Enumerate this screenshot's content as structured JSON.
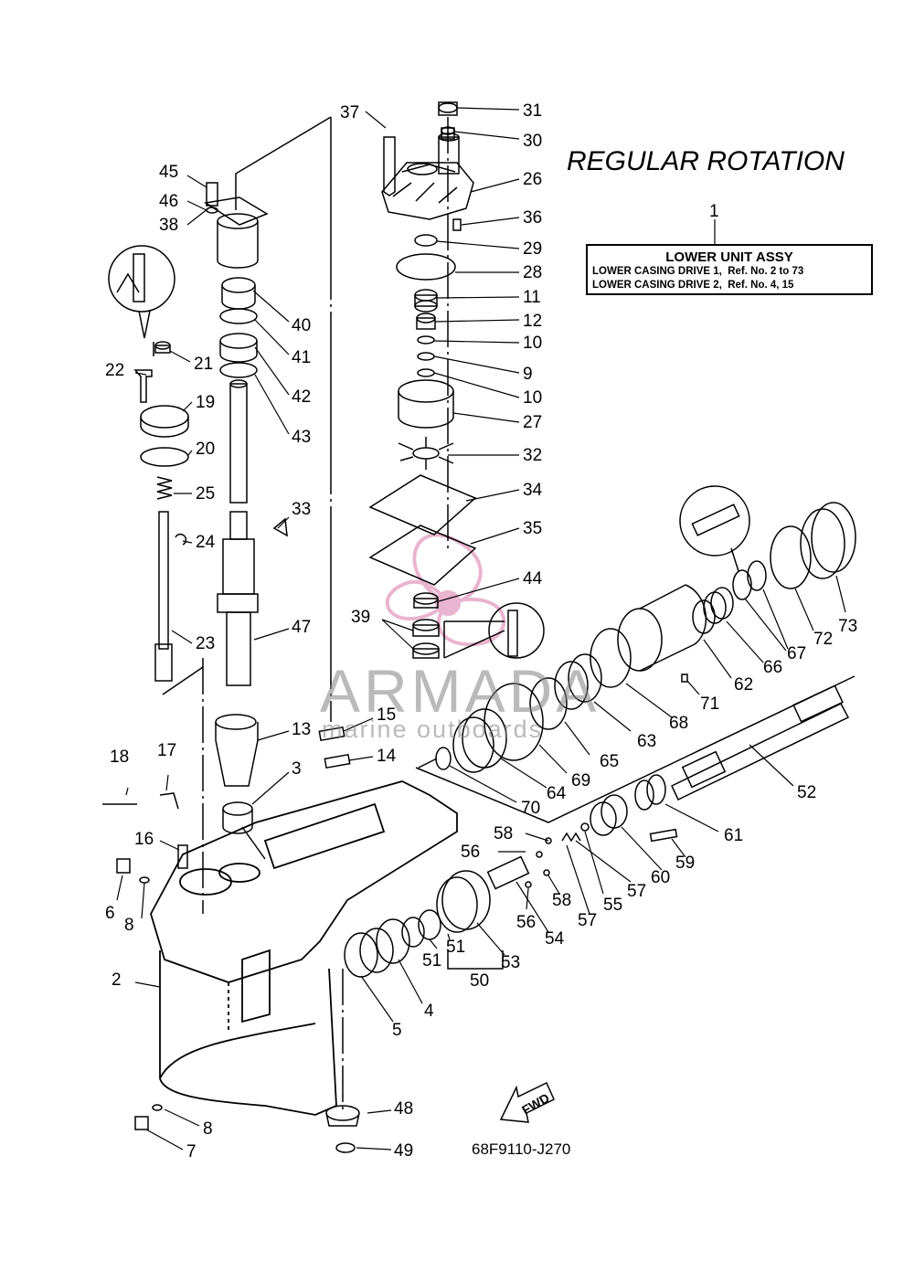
{
  "header": {
    "title": "REGULAR ROTATION",
    "ref_number": "1"
  },
  "assembly_box": {
    "heading": "LOWER UNIT ASSY",
    "rows": [
      "LOWER CASING DRIVE 1,  Ref. No. 2 to 73",
      "LOWER CASING DRIVE 2,  Ref. No. 4, 15"
    ]
  },
  "watermark": {
    "brand": "ARMADA",
    "tagline": "marine outboards"
  },
  "fwd_label": "FWD",
  "diagram_code": "68F9110-J270",
  "callouts": {
    "c37": "37",
    "c31": "31",
    "c30": "30",
    "c26": "26",
    "c36": "36",
    "c29": "29",
    "c28": "28",
    "c11": "11",
    "c12": "12",
    "c10a": "10",
    "c9": "9",
    "c10b": "10",
    "c27": "27",
    "c32": "32",
    "c34": "34",
    "c35": "35",
    "c44": "44",
    "c39": "39",
    "c45": "45",
    "c46": "46",
    "c38": "38",
    "c40": "40",
    "c41": "41",
    "c42": "42",
    "c43": "43",
    "c21": "21",
    "c22": "22",
    "c19": "19",
    "c20": "20",
    "c25": "25",
    "c24": "24",
    "c23": "23",
    "c33": "33",
    "c47": "47",
    "c15": "15",
    "c13": "13",
    "c14": "14",
    "c3": "3",
    "c18": "18",
    "c17": "17",
    "c16": "16",
    "c6": "6",
    "c8a": "8",
    "c2": "2",
    "c8b": "8",
    "c7": "7",
    "c5": "5",
    "c4": "4",
    "c48": "48",
    "c49": "49",
    "c51a": "51",
    "c51b": "51",
    "c50": "50",
    "c53": "53",
    "c54": "54",
    "c56a": "56",
    "c56b": "56",
    "c58a": "58",
    "c58b": "58",
    "c57a": "57",
    "c57b": "57",
    "c55": "55",
    "c60": "60",
    "c59": "59",
    "c61": "61",
    "c52": "52",
    "c70": "70",
    "c64": "64",
    "c69": "69",
    "c65": "65",
    "c63": "63",
    "c68": "68",
    "c71": "71",
    "c62": "62",
    "c66": "66",
    "c67": "67",
    "c72": "72",
    "c73": "73"
  }
}
